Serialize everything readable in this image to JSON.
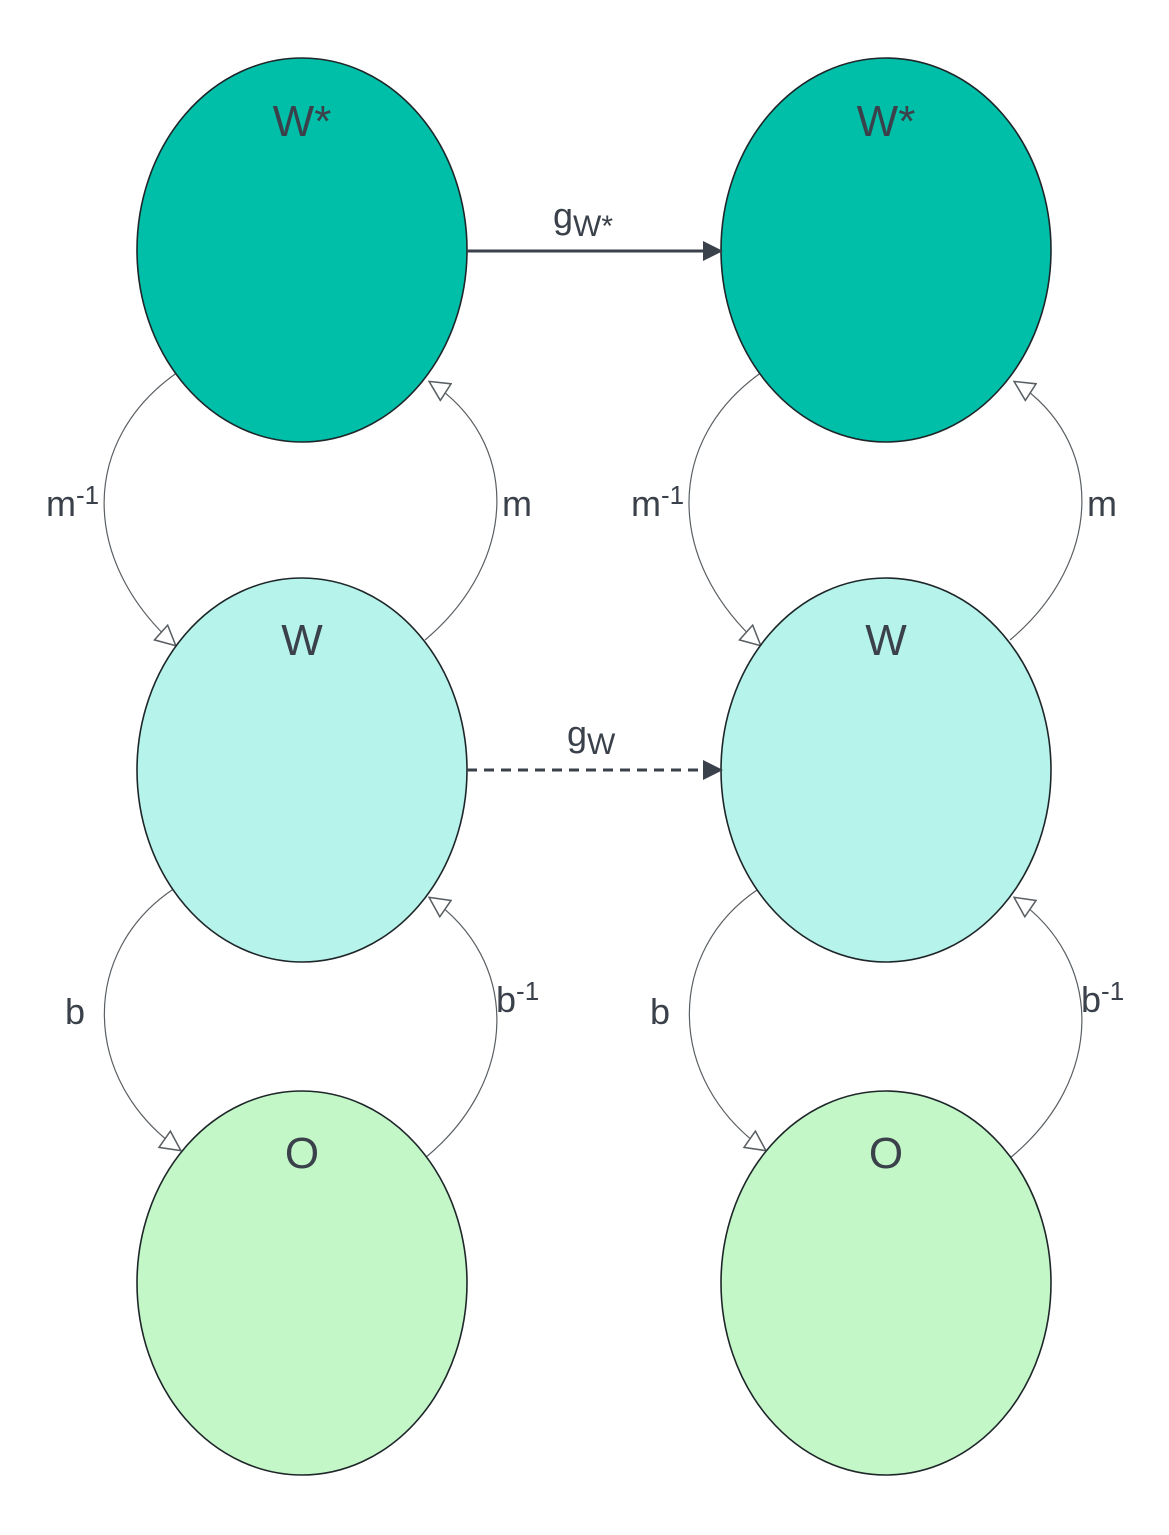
{
  "colors": {
    "w_star_fill": "#00bfa9",
    "w_fill": "#b6f3ea",
    "o_fill": "#c4f7c8",
    "node_stroke": "#1e2629",
    "arrow": "#3a414a",
    "curve": "#5a5f63",
    "text": "#3a414a"
  },
  "left": {
    "w_star": "W*",
    "w": "W",
    "o": "O",
    "m_inverse": {
      "base": "m",
      "sup": "-1"
    },
    "m": "m",
    "b": "b",
    "b_inverse": {
      "base": "b",
      "sup": "-1"
    }
  },
  "right": {
    "w_star": "W*",
    "w": "W",
    "o": "O",
    "m_inverse": {
      "base": "m",
      "sup": "-1"
    },
    "m": "m",
    "b": "b",
    "b_inverse": {
      "base": "b",
      "sup": "-1"
    }
  },
  "edges": {
    "g_w_star": {
      "base": "g",
      "sub": "W*"
    },
    "g_w": {
      "base": "g",
      "sub": "W"
    }
  }
}
